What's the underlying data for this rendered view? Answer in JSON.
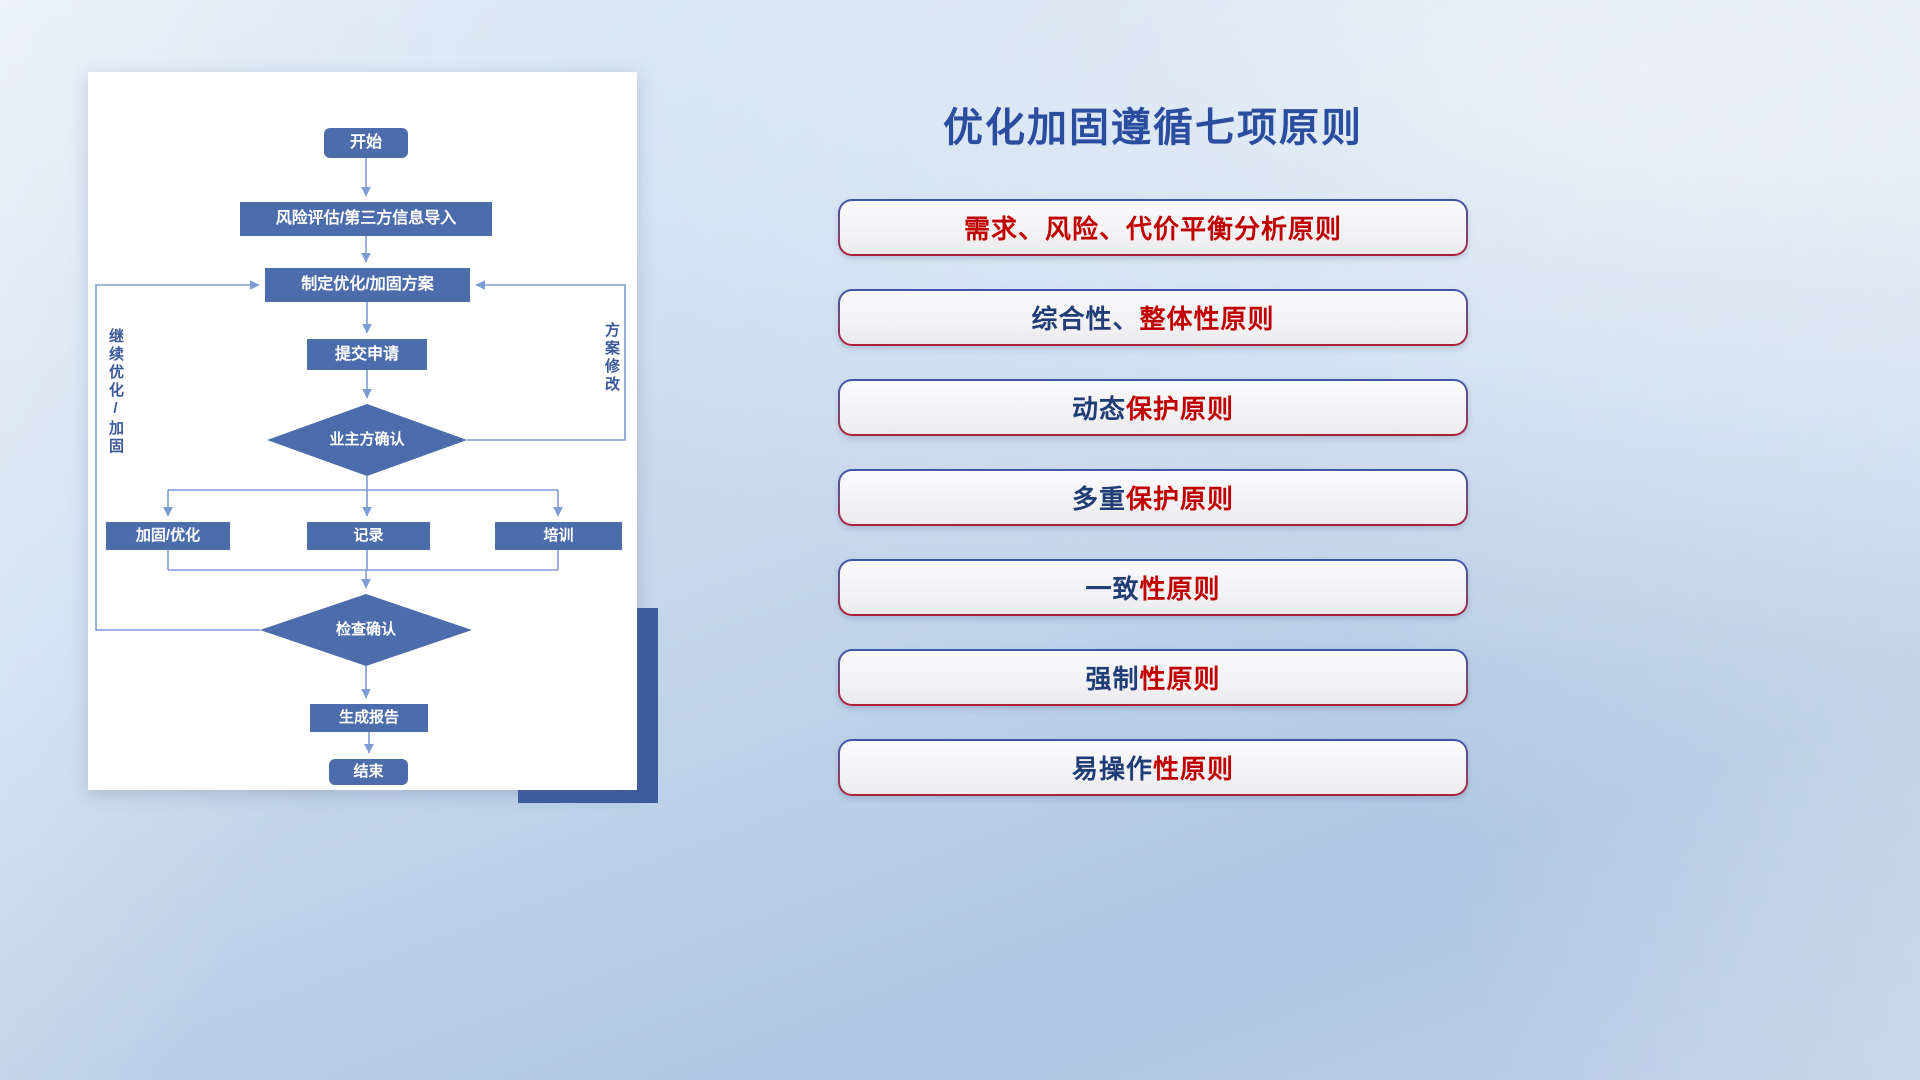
{
  "slide_title": "优化加固遵循七项原则",
  "flowchart": {
    "nodes": {
      "start": "开始",
      "risk_import": "风险评估/第三方信息导入",
      "make_plan": "制定优化/加固方案",
      "submit": "提交申请",
      "owner_confirm": "业主方确认",
      "reinforce": "加固/优化",
      "record": "记录",
      "training": "培训",
      "check_confirm": "检查确认",
      "report": "生成报告",
      "end": "结束"
    },
    "edge_labels": {
      "continue_optimize": "继续优化/加固",
      "plan_modify": "方案修改"
    }
  },
  "principles": {
    "items": [
      {
        "prefix": "",
        "suffix": "需求、风险、代价平衡分析原则"
      },
      {
        "prefix": "综合性、",
        "suffix": "整体性原则"
      },
      {
        "prefix": "动态",
        "suffix": "保护原则"
      },
      {
        "prefix": "多重",
        "suffix": "保护原则"
      },
      {
        "prefix": "一致",
        "suffix": "性原则"
      },
      {
        "prefix": "强制",
        "suffix": "性原则"
      },
      {
        "prefix": "易操作",
        "suffix": "性原则"
      }
    ]
  },
  "colors": {
    "title": "#2B4DA0",
    "principle_navy": "#203E75",
    "principle_red": "#C00000",
    "node_fill": "#4C6CAC",
    "connector": "#7C9CD4",
    "accent_shadow": "#3D5C9E"
  }
}
